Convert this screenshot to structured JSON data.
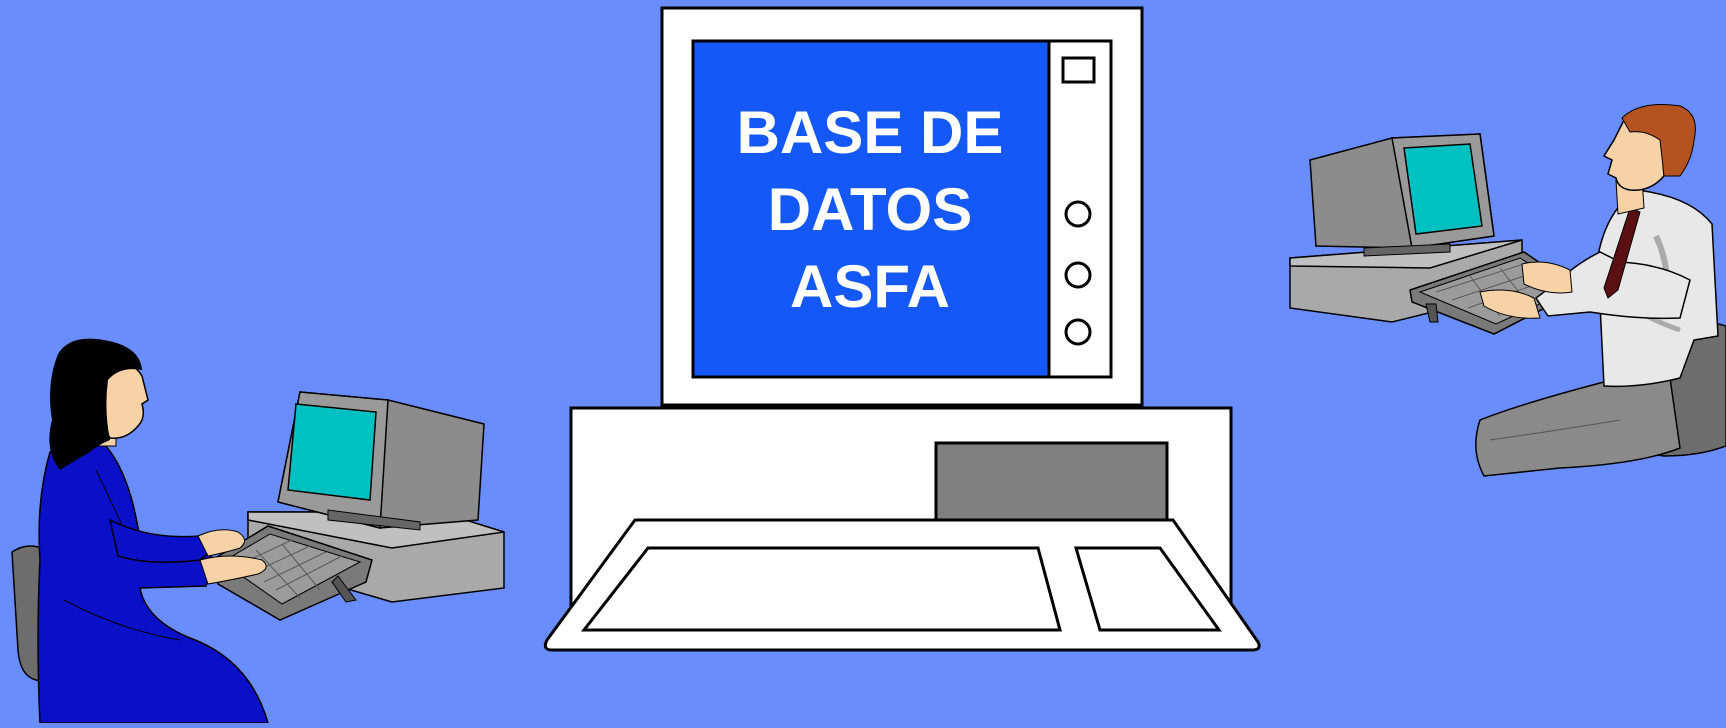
{
  "colors": {
    "background": "#6a8dfd",
    "screen_blue": "#1458f7",
    "monitor_cyan": "#00c1c1",
    "grey": "#808080",
    "woman_dress": "#0a10c8",
    "man_shirt": "#e8e8e8",
    "man_hair": "#b4531f"
  },
  "main_screen": {
    "title_line1": "BASE DE",
    "title_line2": "DATOS",
    "title_line3": "ASFA"
  },
  "icons": {
    "left_person": "woman-at-computer-icon",
    "right_person": "man-at-computer-icon",
    "center": "database-computer-icon"
  }
}
